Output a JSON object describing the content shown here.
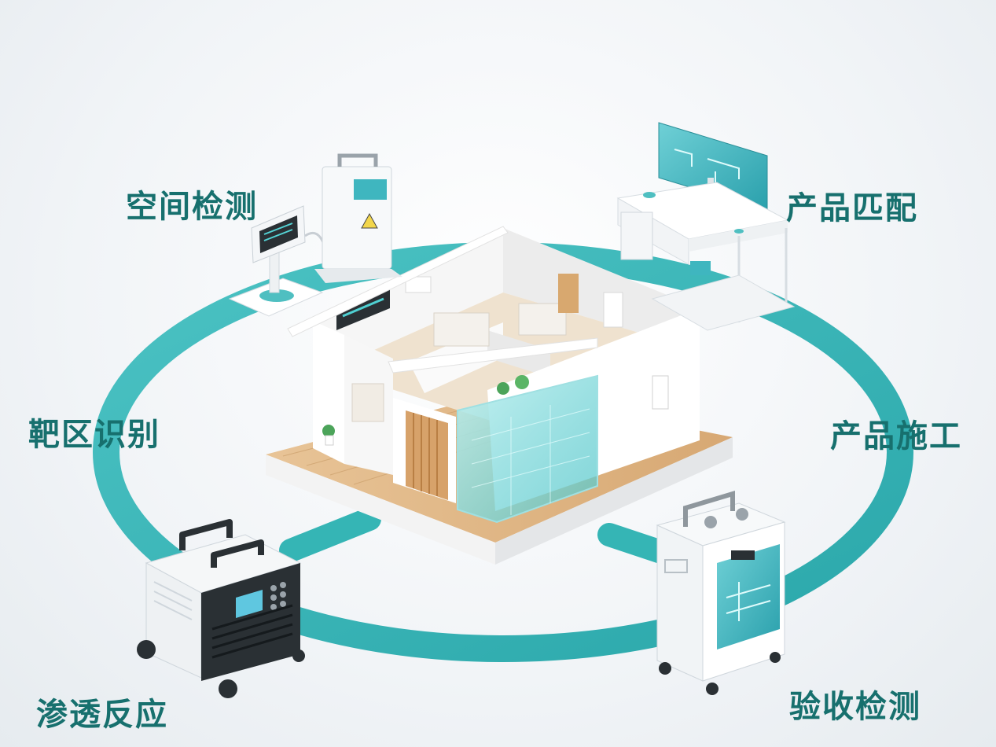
{
  "steps": [
    {
      "label": "空间检测"
    },
    {
      "label": "产品匹配"
    },
    {
      "label": "靶区识别"
    },
    {
      "label": "产品施工"
    },
    {
      "label": "渗透反应"
    },
    {
      "label": "验收检测"
    }
  ],
  "colors": {
    "ring": "#35b5b5",
    "label": "#17706e",
    "screen": "#3fb6bf",
    "wood": "#e0b887",
    "dark": "#2a3034"
  },
  "icons": {
    "center": "house-cutaway-icon",
    "step1": "detector-station-icon",
    "step2": "monitor-workstation-icon",
    "step5": "spray-machine-icon",
    "step6": "acceptance-cart-icon"
  }
}
